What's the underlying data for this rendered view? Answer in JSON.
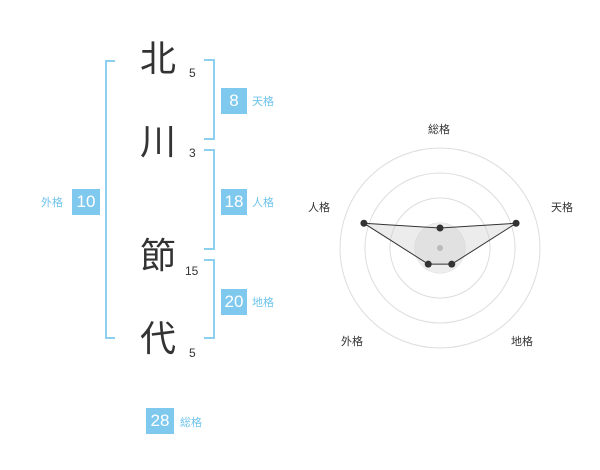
{
  "name_chars": [
    "北",
    "川",
    "節",
    "代"
  ],
  "strokes": [
    "5",
    "3",
    "15",
    "5"
  ],
  "ten": {
    "value": "8",
    "label": "天格"
  },
  "jin": {
    "value": "18",
    "label": "人格"
  },
  "chi": {
    "value": "20",
    "label": "地格"
  },
  "gai": {
    "value": "10",
    "label": "外格"
  },
  "sou": {
    "value": "28",
    "label": "総格"
  },
  "colors": {
    "accent": "#7fc9ee",
    "bracket": "#8ccfee",
    "label": "#6ec3ec"
  },
  "chart_data": {
    "type": "radar",
    "axes": [
      "総格",
      "天格",
      "地格",
      "外格",
      "人格"
    ],
    "values": [
      1,
      4,
      1,
      1,
      4
    ],
    "max": 5,
    "rings": 4
  }
}
